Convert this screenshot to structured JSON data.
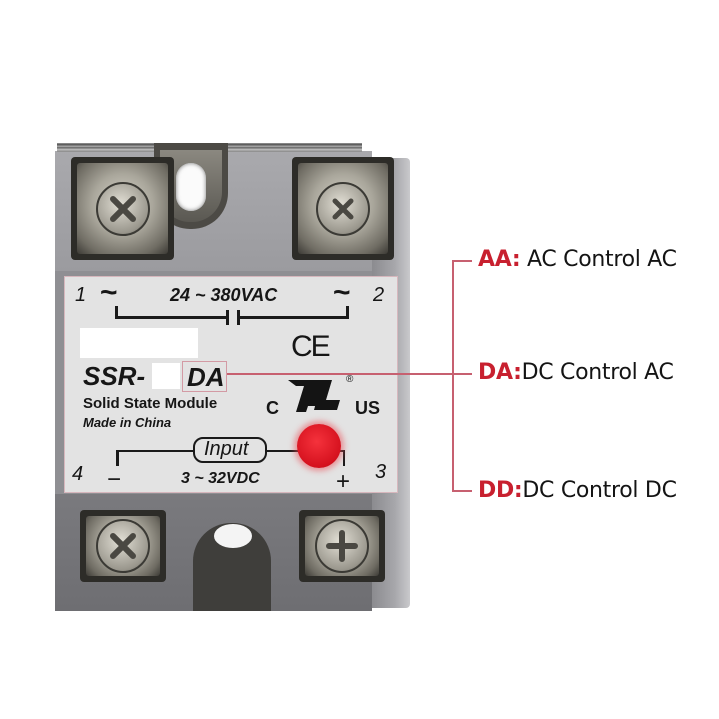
{
  "product": {
    "pins": {
      "p1": "1",
      "p2": "2",
      "p3": "3",
      "p4": "4"
    },
    "ac_symbol": "~",
    "output_voltage": "24 ~ 380VAC",
    "ce_mark": "CE",
    "model_prefix": "SSR-",
    "model_suffix": "DA",
    "description": "Solid State Module",
    "origin": "Made in China",
    "ul_mark": {
      "left": "C",
      "right": "US",
      "registered": "®"
    },
    "input_label": "Input",
    "input_voltage": "3 ~ 32VDC",
    "minus": "−",
    "plus": "+"
  },
  "legend": {
    "line_color": "#c76070",
    "code_color": "#c8202f",
    "items": [
      {
        "code": "AA:",
        "text": " AC Control AC"
      },
      {
        "code": "DA:",
        "text": "DC Control AC"
      },
      {
        "code": "DD:",
        "text": "DC Control DC"
      }
    ]
  },
  "colors": {
    "label_bg": "#e3e3e3",
    "housing": "#8f8f93",
    "led": "#e01d28"
  }
}
